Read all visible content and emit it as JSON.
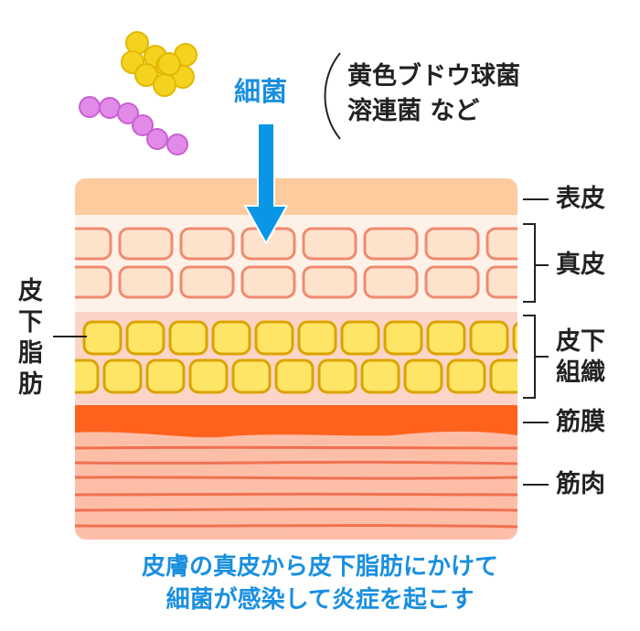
{
  "bacteria_label": "細菌",
  "bacteria_examples": [
    "黄色ブドウ球菌",
    "溶連菌 など"
  ],
  "layers": {
    "epidermis": "表皮",
    "dermis": "真皮",
    "subcutaneous": [
      "皮下",
      "組織"
    ],
    "fascia": "筋膜",
    "muscle": "筋肉"
  },
  "fat_label": [
    "皮",
    "下",
    "脂",
    "肪"
  ],
  "caption": [
    "皮膚の真皮から皮下脂肪にかけて",
    "細菌が感染して炎症を起こす"
  ],
  "colors": {
    "arrow": "#0a96e6",
    "epidermis": "#fdcb9e",
    "dermis": "#fef2e8",
    "fat_layer": "#fcd5c8",
    "fat_cell": "#fee566",
    "fascia": "#fe621d",
    "muscle": "#fdbea8"
  }
}
